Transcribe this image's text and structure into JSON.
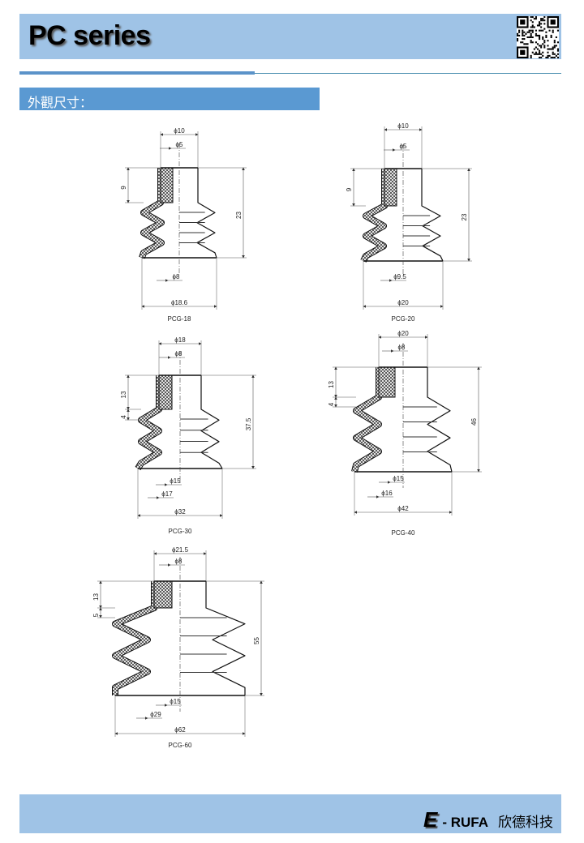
{
  "header": {
    "title": "PC series"
  },
  "section": {
    "title": "外觀尺寸："
  },
  "drawings": [
    {
      "model": "PCG-18",
      "d_neck": "ϕ10",
      "d_bore": "ϕ5",
      "h_neck": "9",
      "h_total": "23",
      "d_inner": "ϕ8",
      "d_base": "ϕ18.6"
    },
    {
      "model": "PCG-20",
      "d_neck": "ϕ10",
      "d_bore": "ϕ5",
      "h_neck": "9",
      "h_total": "23",
      "d_inner": "ϕ9.5",
      "d_base": "ϕ20"
    },
    {
      "model": "PCG-30",
      "d_neck": "ϕ18",
      "d_bore": "ϕ8",
      "h_neck": "13",
      "h_step": "4",
      "h_total": "37.5",
      "d_inner": "ϕ15",
      "d_inner2": "ϕ17",
      "d_base": "ϕ32"
    },
    {
      "model": "PCG-40",
      "d_neck": "ϕ20",
      "d_bore": "ϕ8",
      "h_neck": "13",
      "h_step": "4",
      "h_total": "46",
      "d_inner": "ϕ15",
      "d_inner2": "ϕ16",
      "d_base": "ϕ42"
    },
    {
      "model": "PCG-60",
      "d_neck": "ϕ21.5",
      "d_bore": "ϕ8",
      "h_neck": "13",
      "h_step": "5",
      "h_total": "55",
      "d_inner": "ϕ15",
      "d_inner2": "ϕ29",
      "d_base": "ϕ62"
    }
  ],
  "footer": {
    "brand_e": "E",
    "brand_rest": "- RUFA",
    "company": "欣德科技"
  },
  "colors": {
    "header_bg": "#9fc3e6",
    "section_bg": "#5a99d2"
  }
}
